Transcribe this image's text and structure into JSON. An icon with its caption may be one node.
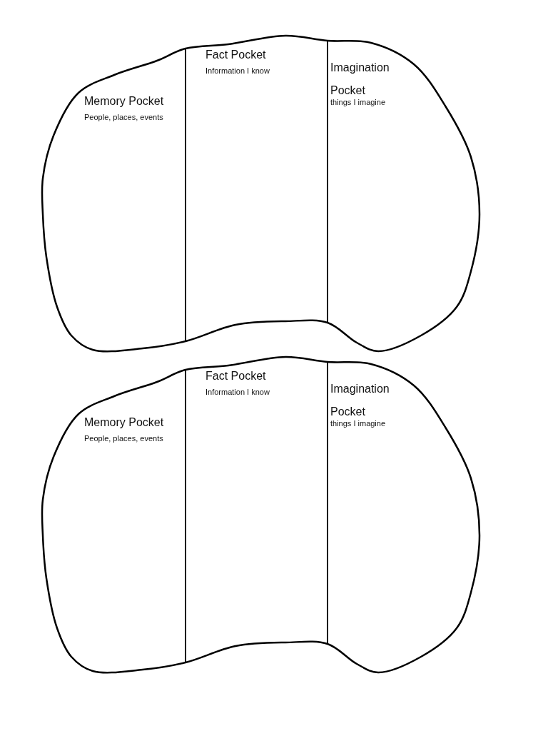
{
  "diagram": {
    "nodes": [
      {
        "text": [],
        "shape": "cloud"
      },
      {
        "text": [
          "Memory Pocket",
          "People, places, events"
        ],
        "in": 0
      },
      {
        "text": [
          "Fact Pocket",
          "Information I know"
        ],
        "in": 0
      },
      {
        "text": [
          "Imagination Pocket",
          "things I imagine"
        ],
        "in": 0
      },
      {
        "text": [],
        "shape": "cloud"
      },
      {
        "text": [
          "Memory Pocket",
          "People, places, events"
        ],
        "in": 4
      },
      {
        "text": [
          "Fact Pocket",
          "Information I know"
        ],
        "in": 4
      },
      {
        "text": [
          "Imagination Pocket",
          "things I imagine"
        ],
        "in": 4
      }
    ]
  }
}
